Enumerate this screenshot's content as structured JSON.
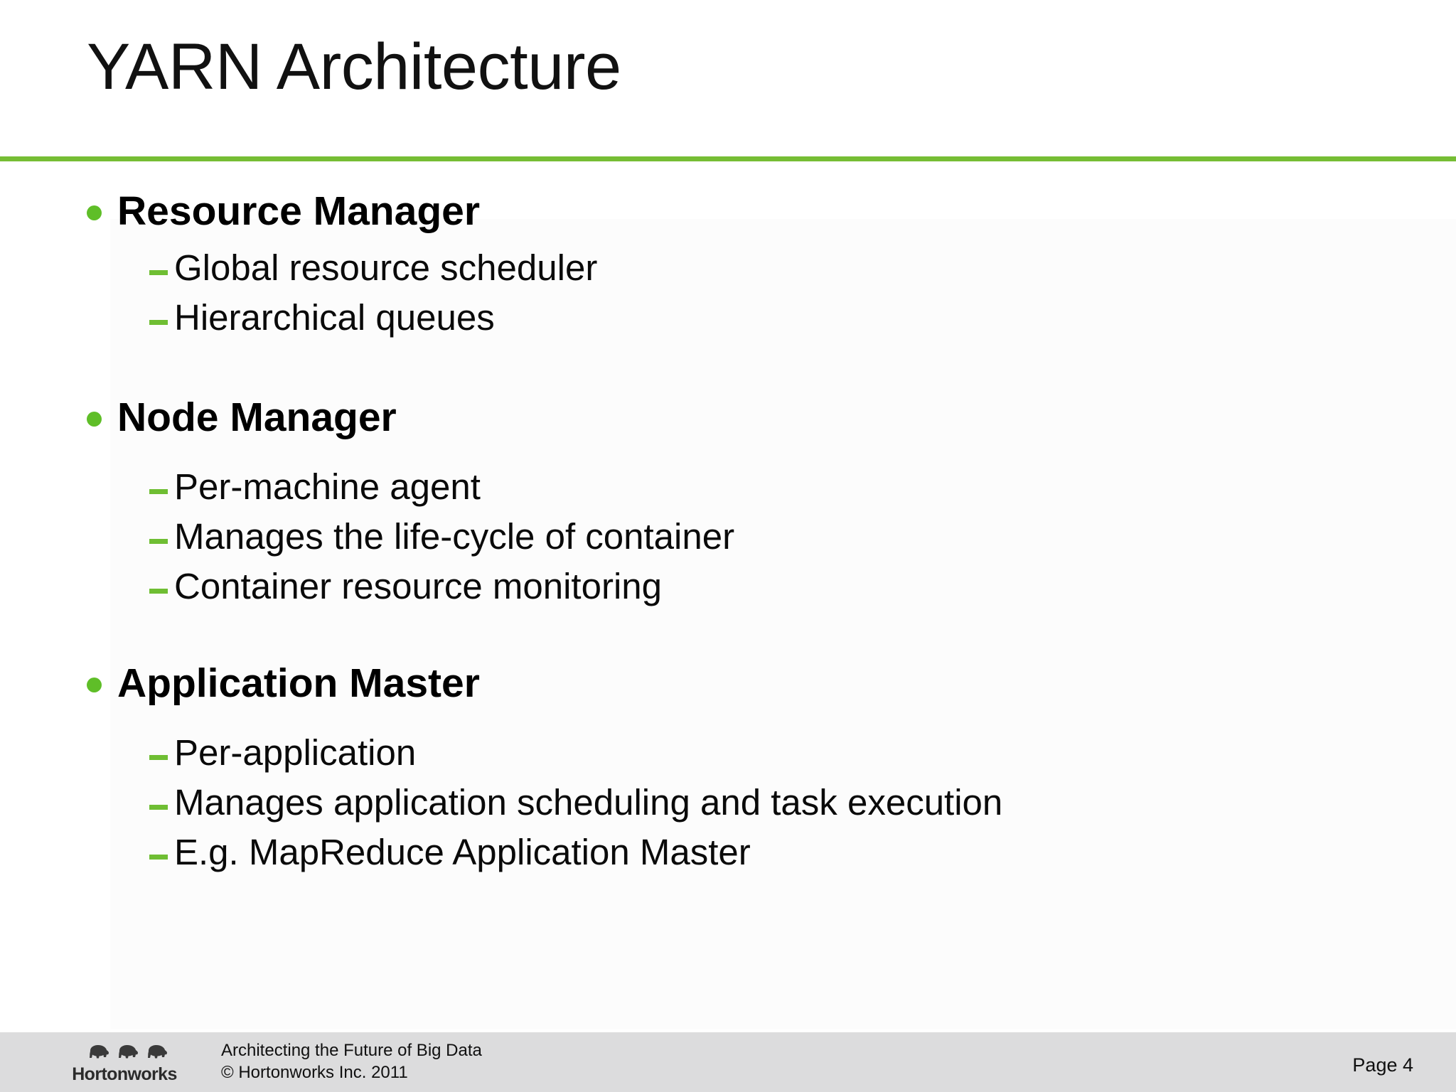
{
  "slide": {
    "title": "YARN Architecture",
    "accent_color": "#76bd34",
    "bullet_color": "#5fbe28",
    "dash_color": "#6fbe33",
    "footer_bg": "#dcdcdd",
    "groups": [
      {
        "heading": "Resource Manager",
        "items": [
          "Global resource scheduler",
          "Hierarchical queues"
        ]
      },
      {
        "heading": "Node Manager",
        "items": [
          "Per-machine agent",
          "Manages the life-cycle of container",
          "Container resource monitoring"
        ]
      },
      {
        "heading": "Application Master",
        "items": [
          "Per-application",
          "Manages application scheduling and task execution",
          "E.g. MapReduce Application Master"
        ]
      }
    ]
  },
  "footer": {
    "logo_wordmark": "Hortonworks",
    "tagline": "Architecting the Future of Big Data",
    "copyright": "© Hortonworks Inc. 2011",
    "page_label": "Page 4"
  }
}
